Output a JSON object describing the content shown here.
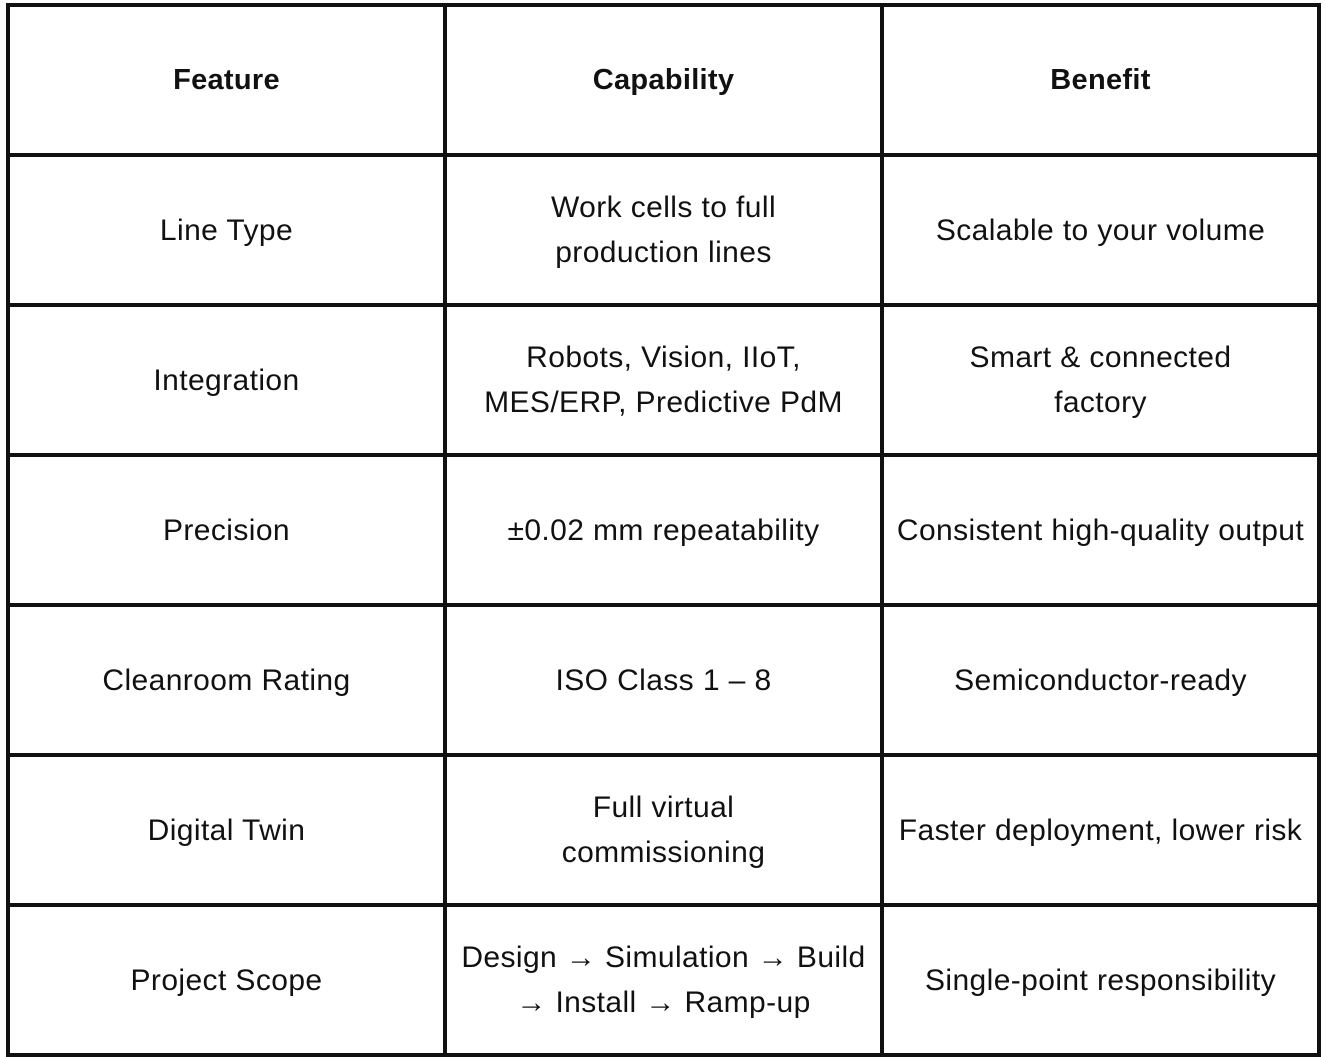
{
  "table": {
    "headers": [
      "Feature",
      "Capability",
      "Benefit"
    ],
    "rows": [
      {
        "feature": "Line Type",
        "capability": "Work cells to full production lines",
        "benefit": "Scalable to your volume"
      },
      {
        "feature": "Integration",
        "capability": "Robots, Vision, IIoT, MES/ERP, Predictive PdM",
        "benefit": "Smart & connected factory"
      },
      {
        "feature": "Precision",
        "capability": "±0.02 mm repeatability",
        "benefit": "Consistent high-quality output"
      },
      {
        "feature": "Cleanroom Rating",
        "capability": "ISO Class 1 – 8",
        "benefit": "Semiconductor-ready"
      },
      {
        "feature": "Digital Twin",
        "capability": "Full virtual commissioning",
        "benefit": "Faster deployment, lower risk"
      },
      {
        "feature": "Project Scope",
        "capability": "Design → Simulation → Build → Install → Ramp-up",
        "benefit": "Single-point responsibility"
      }
    ]
  },
  "colors": {
    "border": "#111111",
    "text": "#111111",
    "background": "#ffffff"
  }
}
